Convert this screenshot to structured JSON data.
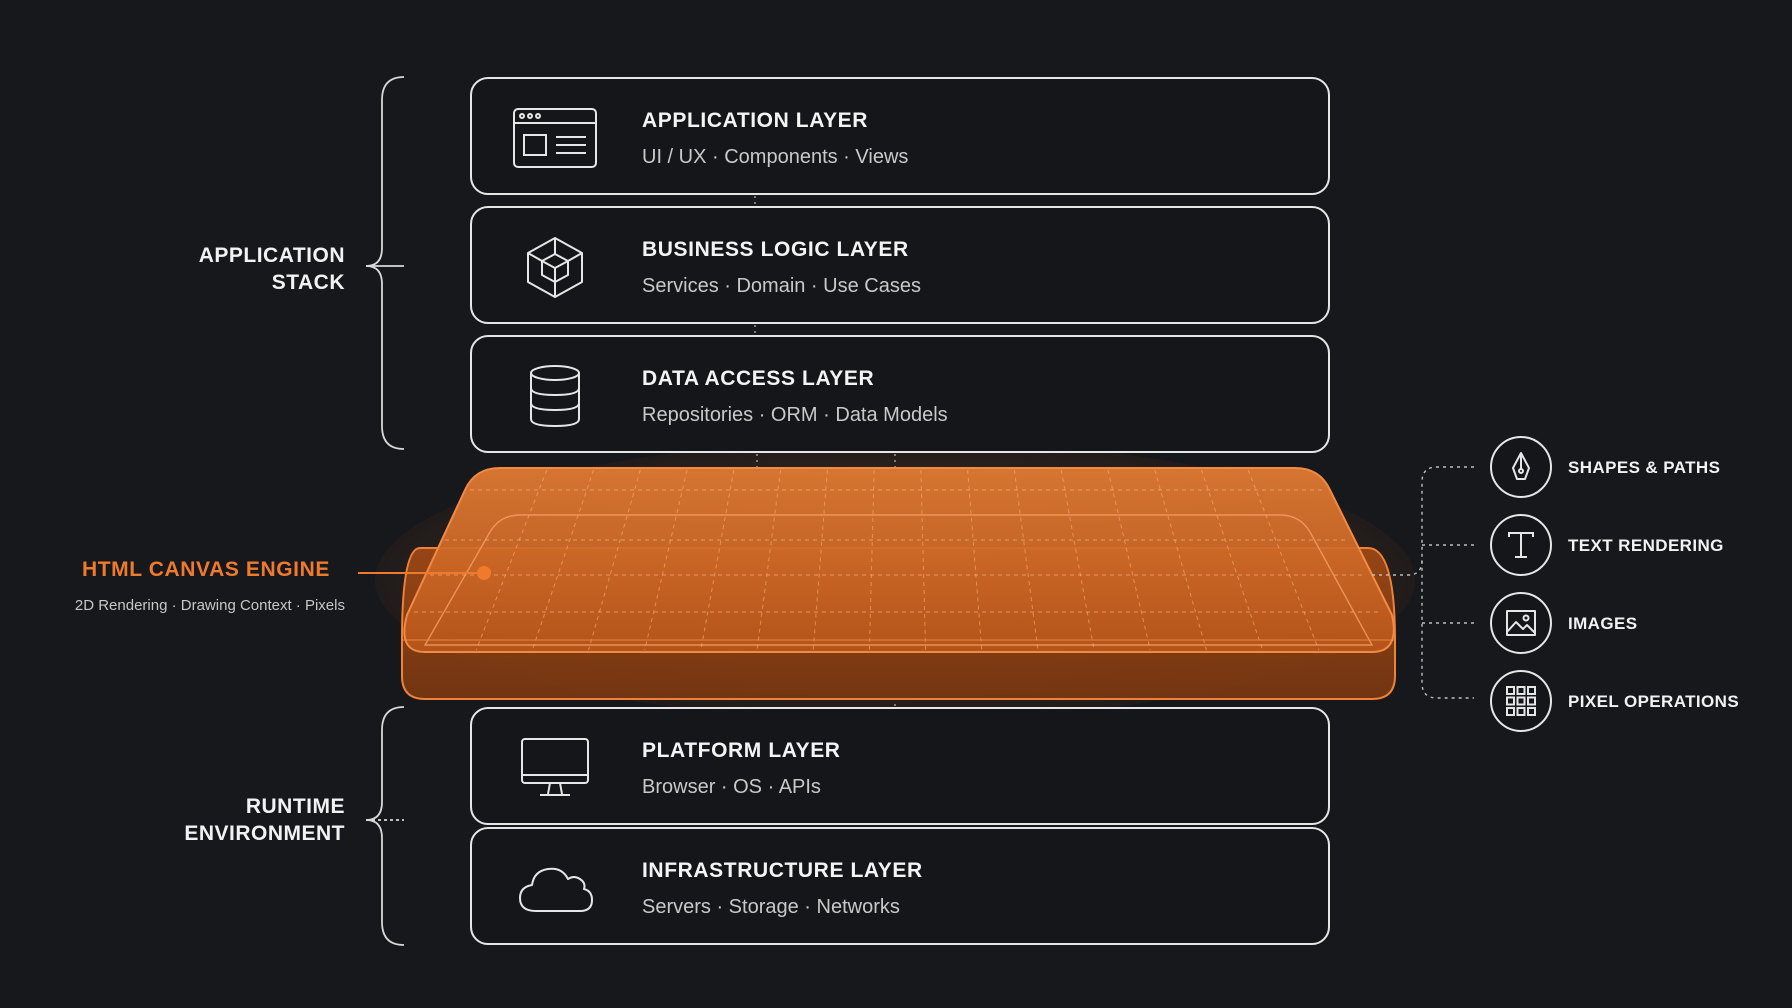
{
  "groups": {
    "application_stack": [
      "APPLICATION",
      "STACK"
    ],
    "runtime_environment": [
      "RUNTIME",
      "ENVIRONMENT"
    ]
  },
  "layers": [
    {
      "title": "APPLICATION LAYER",
      "subtitle": "UI / UX · Components · Views",
      "icon": "browser-window-icon"
    },
    {
      "title": "BUSINESS LOGIC LAYER",
      "subtitle": "Services · Domain · Use Cases",
      "icon": "cube-icon"
    },
    {
      "title": "DATA ACCESS LAYER",
      "subtitle": "Repositories · ORM · Data Models",
      "icon": "database-icon"
    },
    {
      "title": "PLATFORM LAYER",
      "subtitle": "Browser · OS · APIs",
      "icon": "monitor-icon"
    },
    {
      "title": "INFRASTRUCTURE LAYER",
      "subtitle": "Servers · Storage · Networks",
      "icon": "cloud-icon"
    }
  ],
  "engine": {
    "title": "HTML CANVAS ENGINE",
    "subtitle": "2D Rendering · Drawing Context · Pixels"
  },
  "features": [
    {
      "label": "SHAPES & PATHS",
      "icon": "pen-nib-icon"
    },
    {
      "label": "TEXT RENDERING",
      "icon": "text-t-icon"
    },
    {
      "label": "IMAGES",
      "icon": "image-icon"
    },
    {
      "label": "PIXEL OPERATIONS",
      "icon": "pixel-grid-icon"
    }
  ],
  "colors": {
    "background": "#17181b",
    "stroke": "#e6e6e6",
    "accent": "#f07a2c",
    "canvas_fill": "#c25a1a"
  }
}
